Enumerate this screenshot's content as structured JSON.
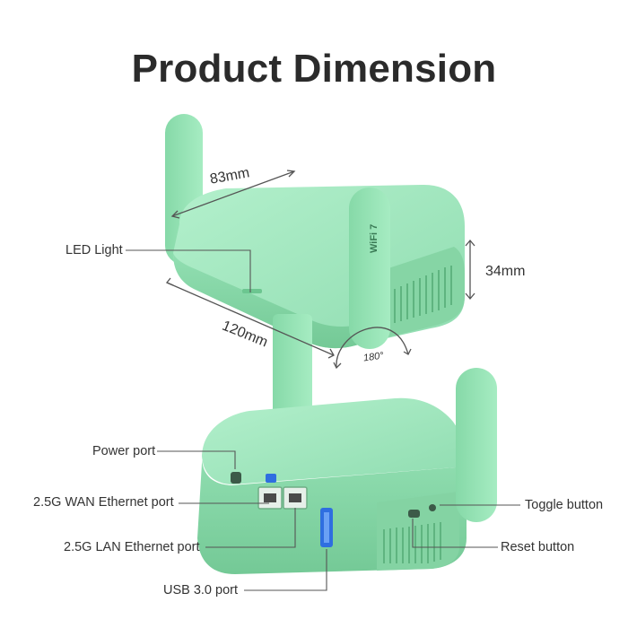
{
  "title": "Product Dimension",
  "colors": {
    "device": "#9be6b9",
    "device_shade": "#7fd3a1",
    "device_dark": "#62b985",
    "text": "#333333",
    "accent_blue": "#2f6ee0"
  },
  "dimensions": {
    "width": "83mm",
    "length": "120mm",
    "height": "34mm",
    "rotation": "180°"
  },
  "device_markings": {
    "wifi_badge": "WiFi 7"
  },
  "callouts": {
    "led_light": "LED Light",
    "power_port": "Power port",
    "wan_port": "2.5G WAN Ethernet port",
    "lan_port": "2.5G LAN Ethernet port",
    "usb_port": "USB 3.0 port",
    "toggle_button": "Toggle button",
    "reset_button": "Reset button"
  },
  "icons": [
    "led-light-icon",
    "ethernet-port-icon",
    "usb-port-icon",
    "power-port-icon"
  ]
}
